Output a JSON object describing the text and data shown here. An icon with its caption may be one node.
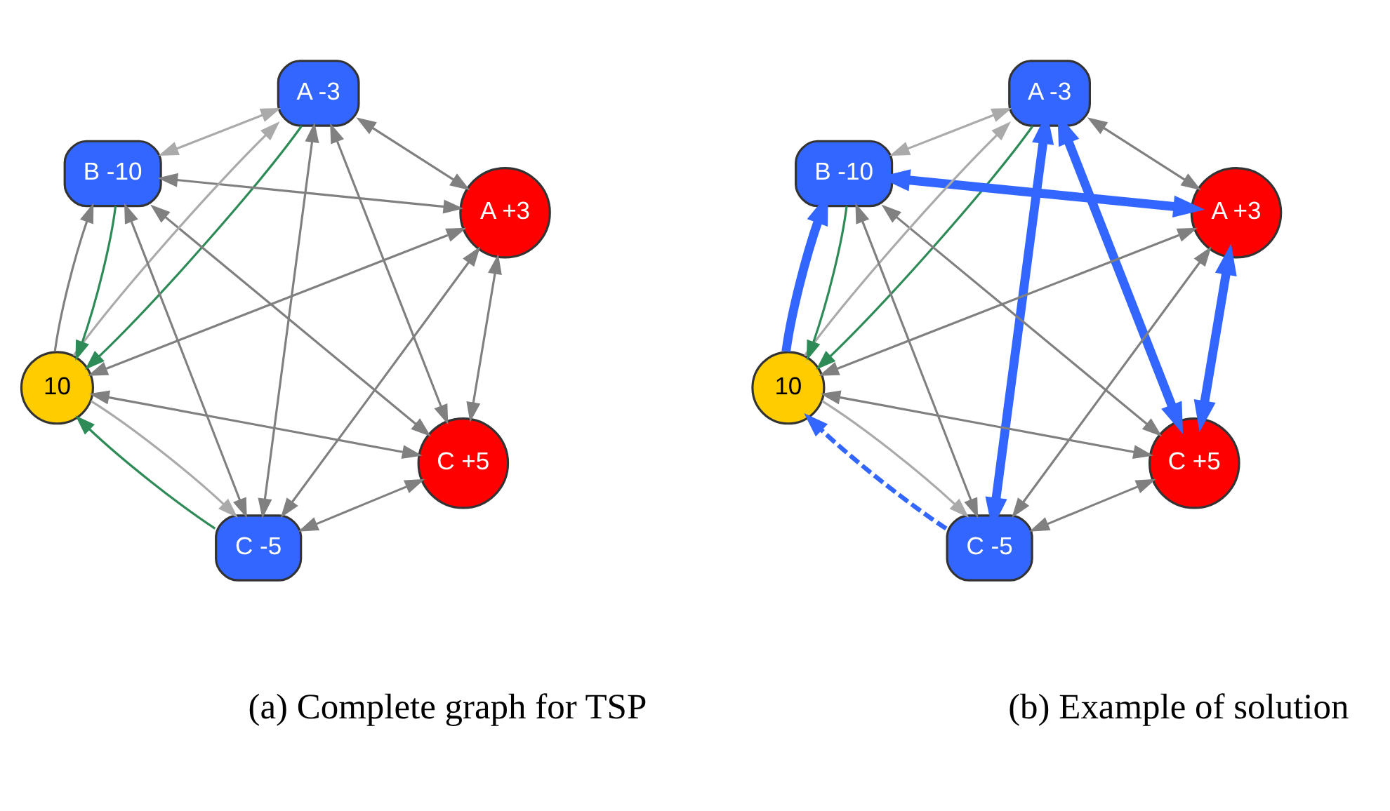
{
  "diagram": {
    "nodes": [
      {
        "text": [
          "A -3"
        ]
      },
      {
        "text": [
          "C +5"
        ]
      },
      {
        "text": [
          "A +3"
        ]
      },
      {
        "text": [
          "10"
        ]
      },
      {
        "text": [
          "B -10"
        ]
      },
      {
        "text": [
          "C -5"
        ]
      },
      {
        "text": [
          "A -3"
        ]
      },
      {
        "text": [
          "C +5"
        ]
      },
      {
        "text": [
          "A +3"
        ]
      },
      {
        "text": [
          "10"
        ]
      },
      {
        "text": [
          "B -10"
        ]
      },
      {
        "text": [
          "C -5"
        ]
      }
    ],
    "edges": [
      {
        "from": 0,
        "to": 1,
        "arrow": "both"
      },
      {
        "from": 0,
        "to": 3,
        "arrow": "to",
        "color": "#2e8b57"
      },
      {
        "from": 3,
        "to": 0,
        "arrow": "to",
        "color": "#aaaaaa"
      },
      {
        "from": 5,
        "to": 0,
        "arrow": "both"
      },
      {
        "from": 0,
        "to": 2,
        "arrow": "both"
      },
      {
        "from": 4,
        "to": 0,
        "arrow": "both",
        "color": "#aaaaaa"
      },
      {
        "from": 1,
        "to": 2,
        "arrow": "both"
      },
      {
        "from": 1,
        "to": 3,
        "arrow": "both"
      },
      {
        "from": 1,
        "to": 5,
        "arrow": "both"
      },
      {
        "from": 1,
        "to": 4,
        "arrow": "both"
      },
      {
        "from": 3,
        "to": 2,
        "arrow": "both"
      },
      {
        "from": 3,
        "to": 4,
        "arrow": "to"
      },
      {
        "from": 4,
        "to": 3,
        "arrow": "to",
        "color": "#2e8b57"
      },
      {
        "from": 5,
        "to": 3,
        "arrow": "to",
        "color": "#2e8b57"
      },
      {
        "from": 3,
        "to": 5,
        "arrow": "to",
        "color": "#aaaaaa"
      },
      {
        "from": 5,
        "to": 2,
        "arrow": "both"
      },
      {
        "from": 2,
        "to": 4,
        "arrow": "both"
      },
      {
        "from": 4,
        "to": 5,
        "arrow": "both"
      },
      {
        "from": 6,
        "to": 7,
        "arrow": "both",
        "style": "thick",
        "color": "#3366ff"
      },
      {
        "from": 6,
        "to": 9,
        "arrow": "to",
        "color": "#2e8b57"
      },
      {
        "from": 9,
        "to": 6,
        "arrow": "to",
        "color": "#aaaaaa"
      },
      {
        "from": 6,
        "to": 11,
        "arrow": "both",
        "style": "thick",
        "color": "#3366ff"
      },
      {
        "from": 6,
        "to": 8,
        "arrow": "both"
      },
      {
        "from": 10,
        "to": 6,
        "arrow": "both",
        "color": "#aaaaaa"
      },
      {
        "from": 8,
        "to": 7,
        "arrow": "both",
        "style": "thick",
        "color": "#3366ff"
      },
      {
        "from": 7,
        "to": 9,
        "arrow": "both"
      },
      {
        "from": 7,
        "to": 11,
        "arrow": "both"
      },
      {
        "from": 7,
        "to": 10,
        "arrow": "both"
      },
      {
        "from": 9,
        "to": 8,
        "arrow": "both"
      },
      {
        "from": 9,
        "to": 10,
        "arrow": "to",
        "style": "thick",
        "color": "#3366ff"
      },
      {
        "from": 10,
        "to": 9,
        "arrow": "to",
        "color": "#2e8b57"
      },
      {
        "from": 11,
        "to": 9,
        "arrow": "to",
        "style": "dashed",
        "color": "#3366ff"
      },
      {
        "from": 9,
        "to": 11,
        "arrow": "to",
        "color": "#aaaaaa"
      },
      {
        "from": 11,
        "to": 8,
        "arrow": "both"
      },
      {
        "from": 8,
        "to": 10,
        "arrow": "both",
        "style": "thick",
        "color": "#3366ff"
      },
      {
        "from": 10,
        "to": 11,
        "arrow": "both"
      }
    ],
    "labels": [
      "(a) Complete graph for TSP",
      "(b) Example of solution"
    ]
  }
}
